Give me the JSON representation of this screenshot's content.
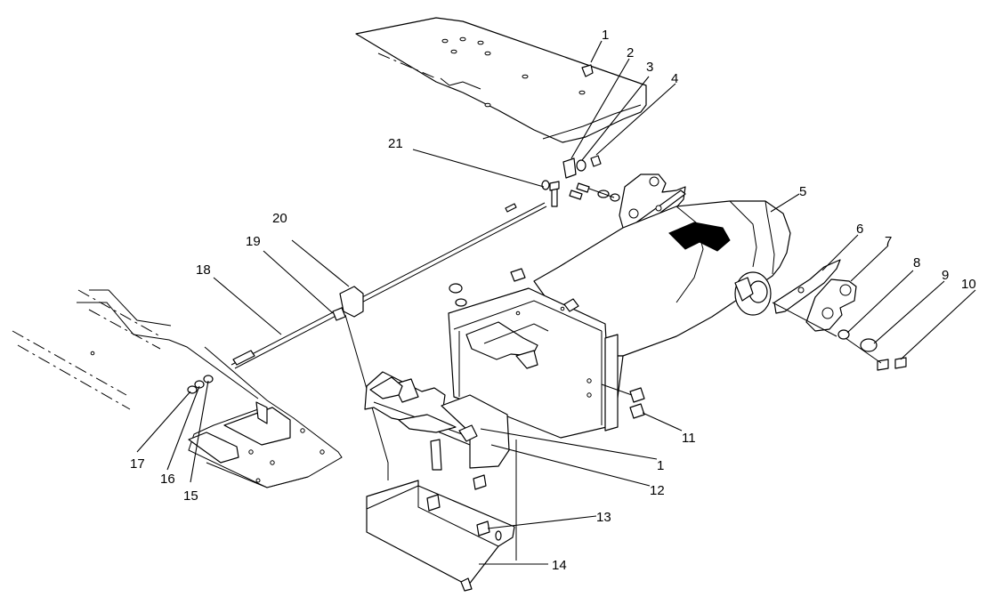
{
  "callouts": [
    {
      "id": "1",
      "label": "1"
    },
    {
      "id": "2",
      "label": "2"
    },
    {
      "id": "3",
      "label": "3"
    },
    {
      "id": "4",
      "label": "4"
    },
    {
      "id": "5",
      "label": "5"
    },
    {
      "id": "6",
      "label": "6"
    },
    {
      "id": "7",
      "label": "7"
    },
    {
      "id": "8",
      "label": "8"
    },
    {
      "id": "9",
      "label": "9"
    },
    {
      "id": "10",
      "label": "10"
    },
    {
      "id": "11",
      "label": "11"
    },
    {
      "id": "1b",
      "label": "1"
    },
    {
      "id": "12",
      "label": "12"
    },
    {
      "id": "13",
      "label": "13"
    },
    {
      "id": "14",
      "label": "14"
    },
    {
      "id": "15",
      "label": "15"
    },
    {
      "id": "16",
      "label": "16"
    },
    {
      "id": "17",
      "label": "17"
    },
    {
      "id": "18",
      "label": "18"
    },
    {
      "id": "19",
      "label": "19"
    },
    {
      "id": "20",
      "label": "20"
    },
    {
      "id": "21",
      "label": "21"
    }
  ],
  "colors": {
    "line": "#000000",
    "background": "#ffffff"
  }
}
